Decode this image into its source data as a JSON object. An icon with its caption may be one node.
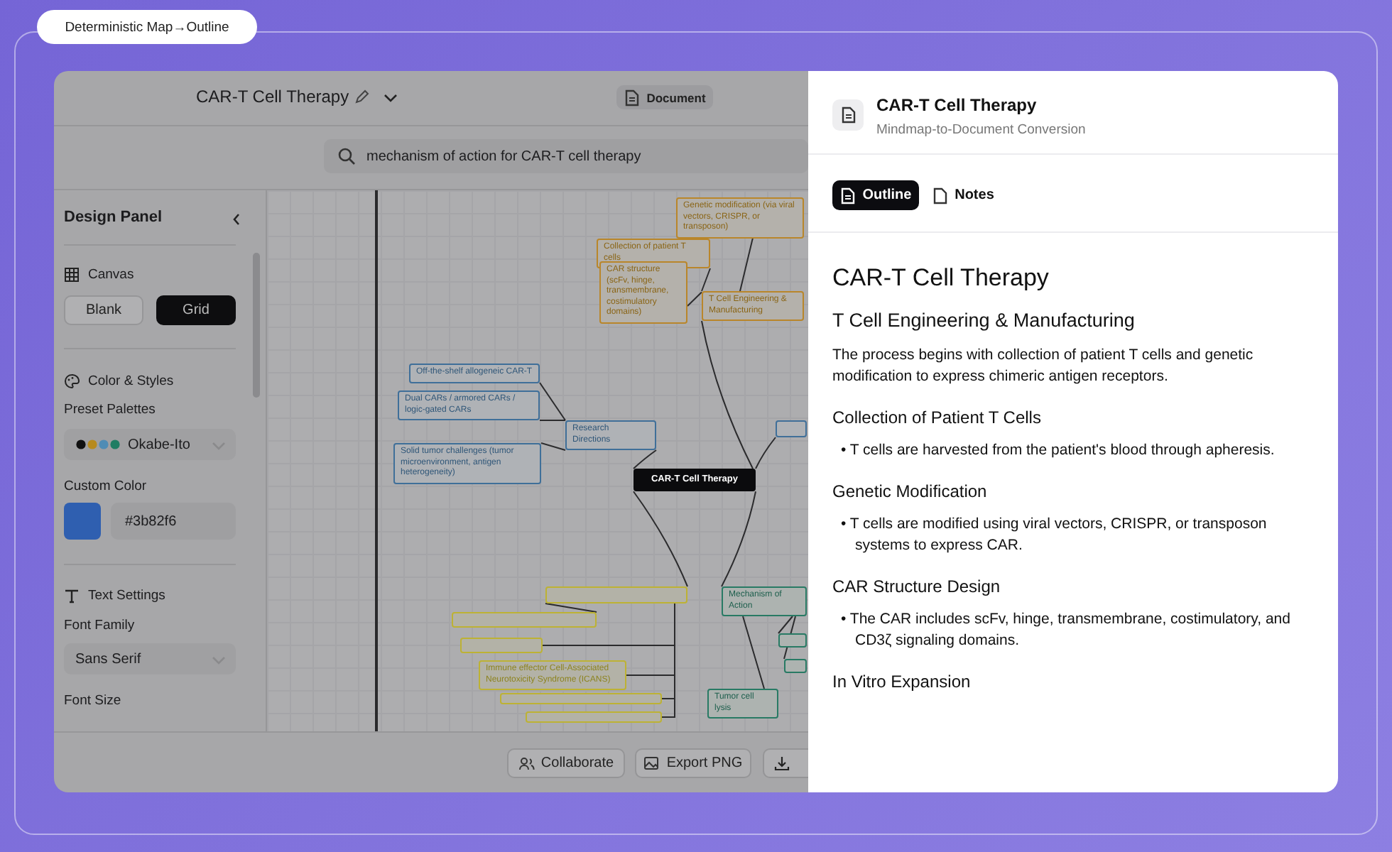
{
  "diagram": {
    "nodes": [
      {
        "text": [
          "CAR-T Cell Therapy"
        ]
      },
      {
        "text": [
          "T Cell Engineering & Manufacturing"
        ]
      },
      {
        "text": [
          "Collection of patient T cells"
        ]
      },
      {
        "text": [
          "Genetic modification (via viral vectors, CRISPR, or transposon)"
        ]
      },
      {
        "text": [
          "CAR structure (scFv, hinge, transmembrane, costimulatory domains)"
        ]
      },
      {
        "text": [
          "Research Directions"
        ]
      },
      {
        "text": [
          "Off-the-shelf allogeneic CAR-T"
        ]
      },
      {
        "text": [
          "Dual CARs / armored CARs / logic-gated CARs"
        ]
      },
      {
        "text": [
          "Solid tumor challenges (tumor microenvironment, antigen heterogeneity)"
        ]
      },
      {
        "text": [],
        "shape": "box"
      },
      {
        "text": [
          "Mechanism of Action"
        ]
      },
      {
        "text": [],
        "shape": "box"
      },
      {
        "text": [],
        "shape": "box"
      },
      {
        "text": [
          "Tumor cell lysis"
        ]
      },
      {
        "text": [],
        "shape": "box"
      },
      {
        "text": [],
        "shape": "box"
      },
      {
        "text": [],
        "shape": "box"
      },
      {
        "text": [
          "Immune effector Cell-Associated Neurotoxicity Syndrome (ICANS)"
        ]
      },
      {
        "text": [],
        "shape": "box"
      },
      {
        "text": [],
        "shape": "box"
      }
    ],
    "edges": [
      {
        "from": 0,
        "to": 1,
        "arrow": "none"
      },
      {
        "from": 1,
        "to": 2,
        "arrow": "none"
      },
      {
        "from": 1,
        "to": 3,
        "arrow": "none"
      },
      {
        "from": 1,
        "to": 4,
        "arrow": "none"
      },
      {
        "from": 0,
        "to": 5,
        "arrow": "none"
      },
      {
        "from": 5,
        "to": 6,
        "arrow": "none"
      },
      {
        "from": 5,
        "to": 7,
        "arrow": "none"
      },
      {
        "from": 5,
        "to": 8,
        "arrow": "none"
      },
      {
        "from": 0,
        "to": 9,
        "arrow": "none"
      },
      {
        "from": 0,
        "to": 10,
        "arrow": "none"
      },
      {
        "from": 10,
        "to": 11,
        "arrow": "none"
      },
      {
        "from": 10,
        "to": 12,
        "arrow": "none"
      },
      {
        "from": 10,
        "to": 13,
        "arrow": "none"
      },
      {
        "from": 0,
        "to": 14,
        "arrow": "none"
      },
      {
        "from": 14,
        "to": 15,
        "arrow": "none"
      },
      {
        "from": 14,
        "to": 16,
        "arrow": "none"
      },
      {
        "from": 14,
        "to": 17,
        "arrow": "none"
      },
      {
        "from": 14,
        "to": 18,
        "arrow": "none"
      },
      {
        "from": 14,
        "to": 19,
        "arrow": "none"
      }
    ],
    "labels": [
      "Deterministic Map→Outline",
      "CAR-T Cell Therapy",
      "Document",
      "mechanism of action for CAR-T cell therapy",
      "Design Panel",
      "Canvas",
      "Blank",
      "Grid",
      "Color & Styles",
      "Preset Palettes",
      "Okabe-Ito",
      "Custom Color",
      "#3b82f6",
      "Text Settings",
      "Font Family",
      "Sans Serif",
      "Font Size",
      "Collaborate",
      "Export PNG",
      "CAR-T Cell Therapy",
      "Mindmap-to-Document Conversion",
      "Outline",
      "Notes",
      "CAR-T Cell Therapy",
      "T Cell Engineering & Manufacturing",
      "The process begins with collection of patient T cells and genetic modification to express chimeric antigen receptors.",
      "Collection of Patient T Cells",
      "• T cells are harvested from the patient's blood through apheresis.",
      "Genetic Modification",
      "• T cells are modified using viral vectors, CRISPR, or transposon systems to express CAR.",
      "CAR Structure Design",
      "• The CAR includes scFv, hinge, transmembrane, costimulatory, and CD3ζ signaling domains.",
      "In Vitro Expansion"
    ]
  }
}
